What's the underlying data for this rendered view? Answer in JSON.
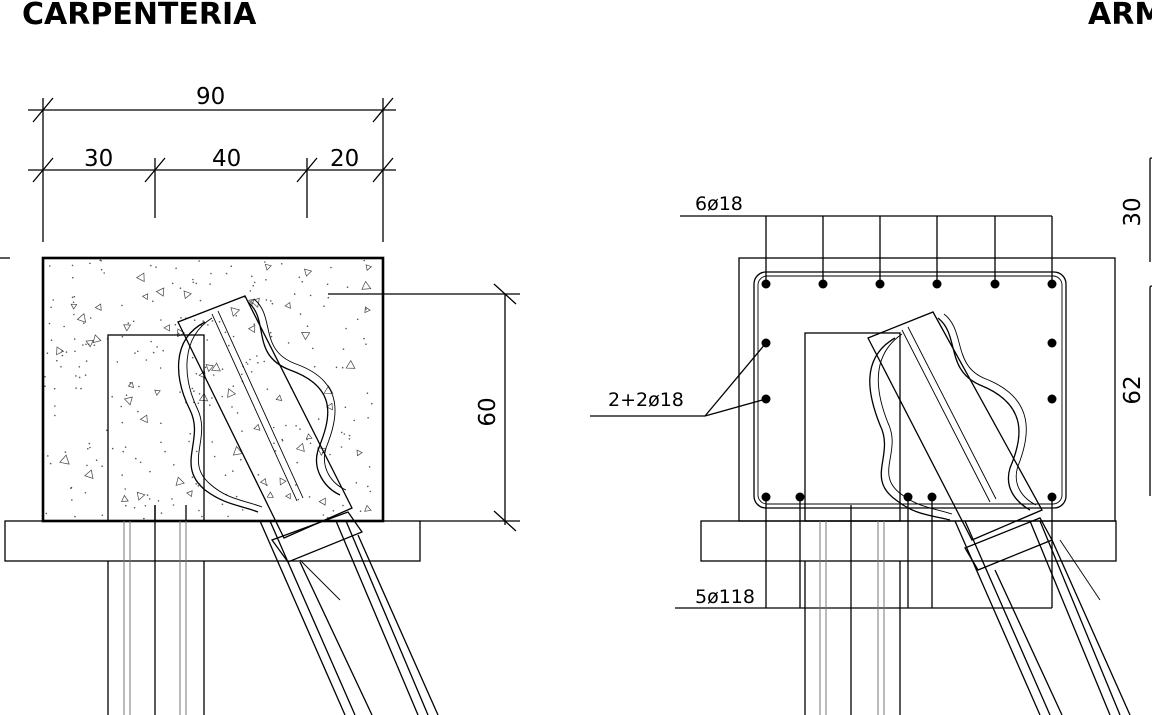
{
  "titles": {
    "left": "CARPENTERIA",
    "right": "ARM"
  },
  "carpenteria": {
    "dim_total": "90",
    "dim_seg_1": "30",
    "dim_seg_2": "40",
    "dim_seg_3": "20",
    "dim_height": "60"
  },
  "armatura": {
    "label_top": "6ø18",
    "label_side": "2+2ø18",
    "label_bottom": "5ø118",
    "dim_right_1": "30",
    "dim_right_2": "62"
  },
  "colors": {
    "line": "#000000",
    "background": "#ffffff"
  }
}
